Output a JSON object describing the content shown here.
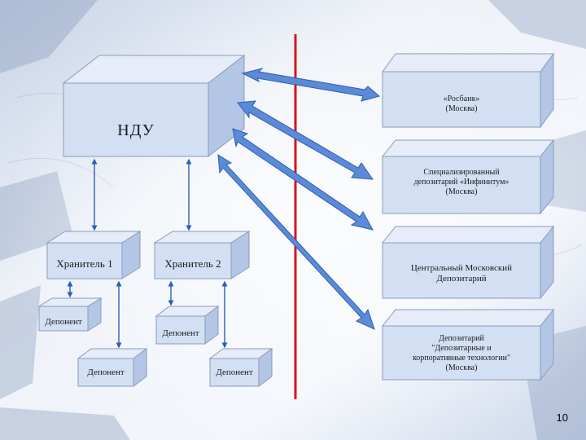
{
  "diagram": {
    "ndu": "НДУ",
    "keeper_1": "Хранитель 1",
    "keeper_2": "Хранитель 2",
    "depositor": "Депонент",
    "rosbank": "«Росбанк»\n(Москва)",
    "specialized": "Специализированный\nдепозитарий «Инфинитум»\n(Москва)",
    "central": "Центральный Московский\nДепозитарий",
    "corporate": "Депозитарий\n\"Депозитарные и\nкорпоративные технологии\"\n(Москва)"
  },
  "page_number": "10",
  "colors": {
    "box_fill": "#d6e2f5",
    "box_top": "#e8eefa",
    "box_side": "#b3c6e6",
    "arrow": "#4c7fd0",
    "divider": "#d9141a"
  }
}
